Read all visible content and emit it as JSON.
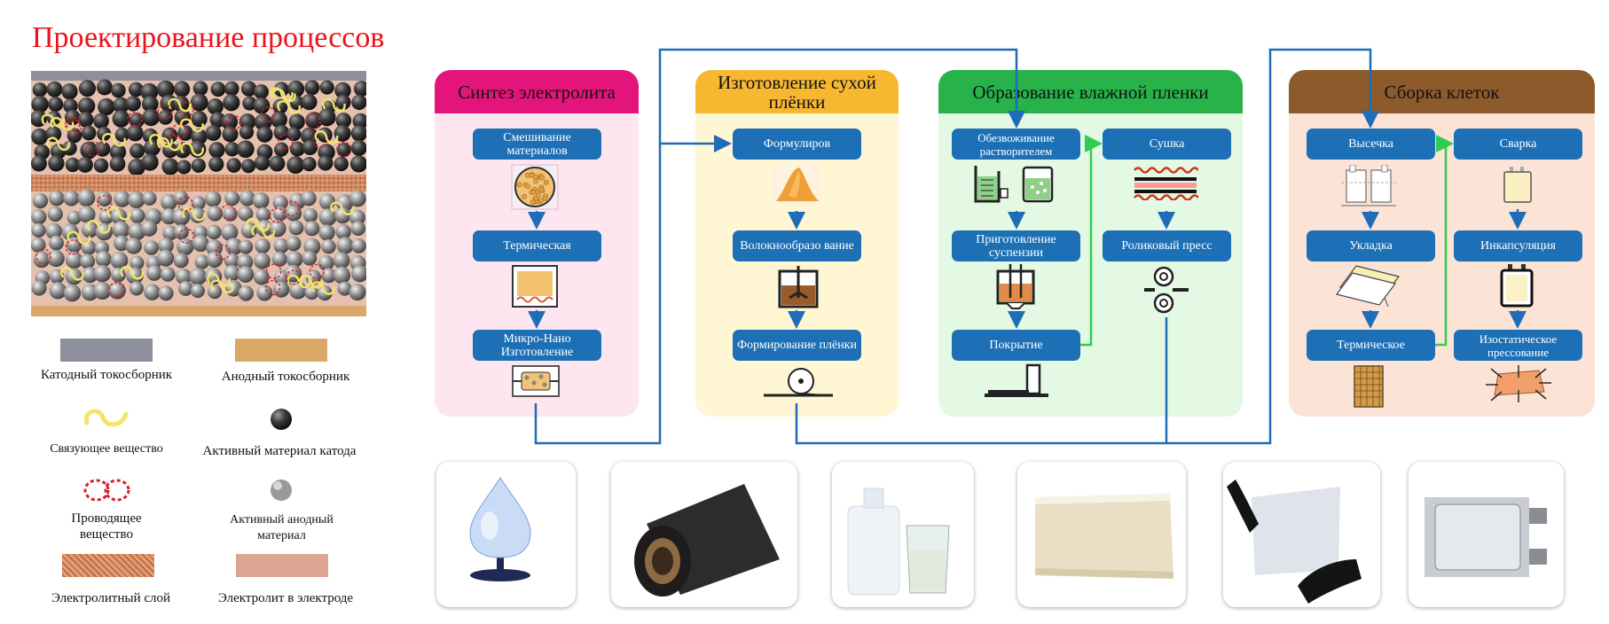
{
  "title": "Проектирование процессов",
  "legend": {
    "cathode_collector": "Катодный токосборник",
    "anode_collector": "Анодный токосборник",
    "binder": "Связующее вещество",
    "cathode_active": "Активный материал катода",
    "conductive": "Проводящее вещество",
    "anode_active": "Активный анодный материал",
    "electrolyte_layer": "Электролитный слой",
    "electrolyte_in_electrode": "Электролит в электроде"
  },
  "colors": {
    "title": "#e8141b",
    "pill": "#1d6fb6",
    "connector_blue": "#1f6db8",
    "connector_green": "#2ecc52",
    "panel1_head": "#e4157a",
    "panel1_body": "#fde6f0",
    "panel2_head": "#f7b731",
    "panel2_body": "#fff6d3",
    "panel3_head": "#27b24a",
    "panel3_body": "#e3f9e3",
    "panel4_head": "#8d5a2c",
    "panel4_body": "#fbe3d6",
    "cathode_collector": "#8e8f9c",
    "anode_collector": "#d9a867",
    "electrolyte_in_electrode": "#dba692"
  },
  "panels": [
    {
      "title": "Синтез электролита",
      "steps": [
        "Смешивание материалов",
        "Термическая",
        "Микро-Нано Изготовление"
      ]
    },
    {
      "title": "Изготовление сухой плёнки",
      "steps": [
        "Формулиров",
        "Волокнообразо вание",
        "Формирование плёнки"
      ]
    },
    {
      "title": "Образование влажной пленки",
      "steps": [
        "Обезвоживание растворителем",
        "Приготовление суспензии",
        "Покрытие",
        "Сушка",
        "Роликовый пресс"
      ]
    },
    {
      "title": "Сборка клеток",
      "steps": [
        "Высечка",
        "Укладка",
        "Термическое",
        "Сварка",
        "Инкапсуляция",
        "Изостатическое прессование"
      ]
    }
  ],
  "icons": {
    "step_icons": [
      "ball-mill-jar-icon",
      "heating-furnace-icon",
      "nano-reactor-icon",
      "powder-pile-icon",
      "fibrillation-mixer-icon",
      "film-roll-icon",
      "beakers-icon",
      "slurry-mixer-icon",
      "doctor-blade-icon",
      "drying-oven-icon",
      "roller-press-icon",
      "die-cut-electrodes-icon",
      "electrode-stack-icon",
      "heat-press-icon",
      "welded-tab-cell-icon",
      "pouch-encapsulation-icon",
      "isostatic-press-icon"
    ],
    "photos": [
      "electrolyte-powder-photo",
      "dry-film-roll-photo",
      "solvent-bottle-photo",
      "wet-film-sheet-photo",
      "gloved-film-photo",
      "pouch-cell-photo"
    ]
  }
}
